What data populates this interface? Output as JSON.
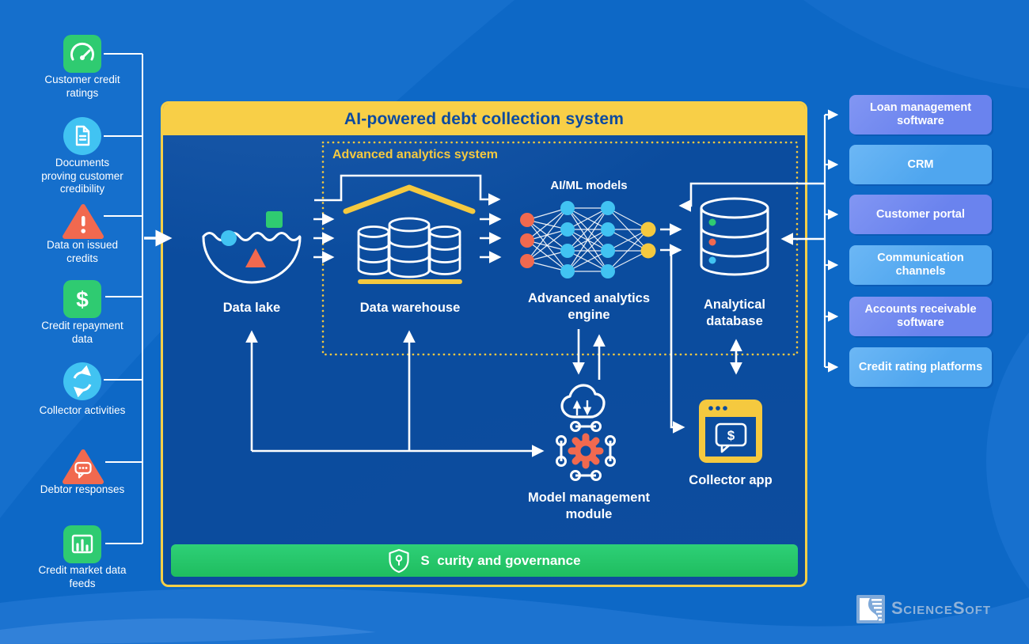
{
  "header": {
    "title": "AI-powered debt collection system"
  },
  "sources": [
    {
      "label": "Customer credit ratings",
      "icon": "gauge-icon"
    },
    {
      "label": "Documents proving customer credibility",
      "icon": "document-icon"
    },
    {
      "label": "Data on issued credits",
      "icon": "alert-triangle-icon"
    },
    {
      "label": "Credit repayment data",
      "icon": "dollar-icon"
    },
    {
      "label": "Collector activities",
      "icon": "sync-icon"
    },
    {
      "label": "Debtor responses",
      "icon": "chat-alert-icon"
    },
    {
      "label": "Credit market data feeds",
      "icon": "bar-chart-icon"
    }
  ],
  "analytics_box": {
    "label": "Advanced analytics system"
  },
  "components": {
    "data_lake": "Data lake",
    "data_warehouse": "Data warehouse",
    "ai_ml_models": "AI/ML models",
    "engine": "Advanced analytics engine",
    "database": "Analytical database",
    "model_module": "Model management module",
    "collector_app": "Collector app"
  },
  "security_bar": {
    "label": "S  curity and governance",
    "icon": "shield-icon"
  },
  "integrations": [
    {
      "label": "Loan management software"
    },
    {
      "label": "CRM"
    },
    {
      "label": "Customer portal"
    },
    {
      "label": "Communication channels"
    },
    {
      "label": "Accounts receivable software"
    },
    {
      "label": "Credit rating platforms"
    }
  ],
  "glyphs": {
    "dollar": "$"
  },
  "logo": {
    "parts": [
      "S",
      "cience",
      "S",
      "oft"
    ]
  },
  "colors": {
    "background": "#0D68C6",
    "panel_navy": "#0B4C9E",
    "accent_yellow": "#F8CF47",
    "dotted_yellow": "#F5C93F",
    "green": "#27C56B",
    "icon_green": "#2FCB71",
    "icon_blue": "#41C3F2",
    "icon_red": "#F1694F",
    "node_yellow": "#F5C93F",
    "integration_periwinkle": "#6A83EE",
    "integration_sky": "#4FA6EF",
    "logo_blue": "#8FB2D9"
  }
}
